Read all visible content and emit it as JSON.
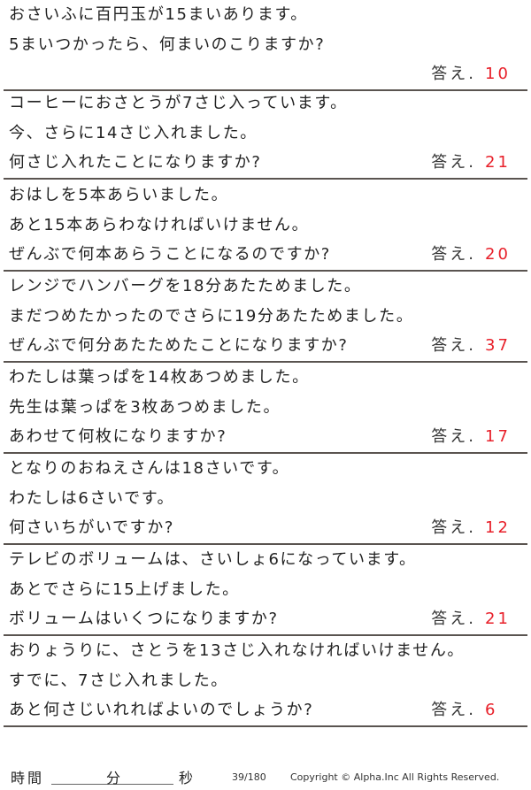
{
  "answer_label": "答え.",
  "problems": [
    {
      "lines": [
        "おさいふに百円玉が15まいあります。",
        "5まいつかったら、何まいのこりますか?",
        ""
      ],
      "answer": "10",
      "answer_on_own_line": true
    },
    {
      "lines": [
        "コーヒーにおさとうが7さじ入っています。",
        "今、さらに14さじ入れました。",
        "何さじ入れたことになりますか?"
      ],
      "answer": "21"
    },
    {
      "lines": [
        "おはしを5本あらいました。",
        "あと15本あらわなければいけません。",
        "ぜんぶで何本あらうことになるのですか?"
      ],
      "answer": "20"
    },
    {
      "lines": [
        "レンジでハンバーグを18分あたためました。",
        "まだつめたかったのでさらに19分あたためました。",
        "ぜんぶで何分あたためたことになりますか?"
      ],
      "answer": "37"
    },
    {
      "lines": [
        "わたしは葉っぱを14枚あつめました。",
        "先生は葉っぱを3枚あつめました。",
        "あわせて何枚になりますか?"
      ],
      "answer": "17"
    },
    {
      "lines": [
        "となりのおねえさんは18さいです。",
        "わたしは6さいです。",
        "何さいちがいですか?"
      ],
      "answer": "12"
    },
    {
      "lines": [
        "テレビのボリュームは、さいしょ6になっています。",
        "あとでさらに15上げました。",
        "ボリュームはいくつになりますか?"
      ],
      "answer": "21"
    },
    {
      "lines": [
        "おりょうりに、さとうを13さじ入れなければいけません。",
        "すでに、7さじ入れました。",
        "あと何さじいれればよいのでしょうか?"
      ],
      "answer": "6"
    }
  ],
  "footer": {
    "time_label": "時間",
    "minutes_label": "分",
    "seconds_label": "秒",
    "page": "39/180",
    "copyright": "Copyright © Alpha.Inc All Rights Reserved."
  },
  "colors": {
    "answer": "#e8202a",
    "rule": "#5a5450",
    "text": "#222222"
  }
}
